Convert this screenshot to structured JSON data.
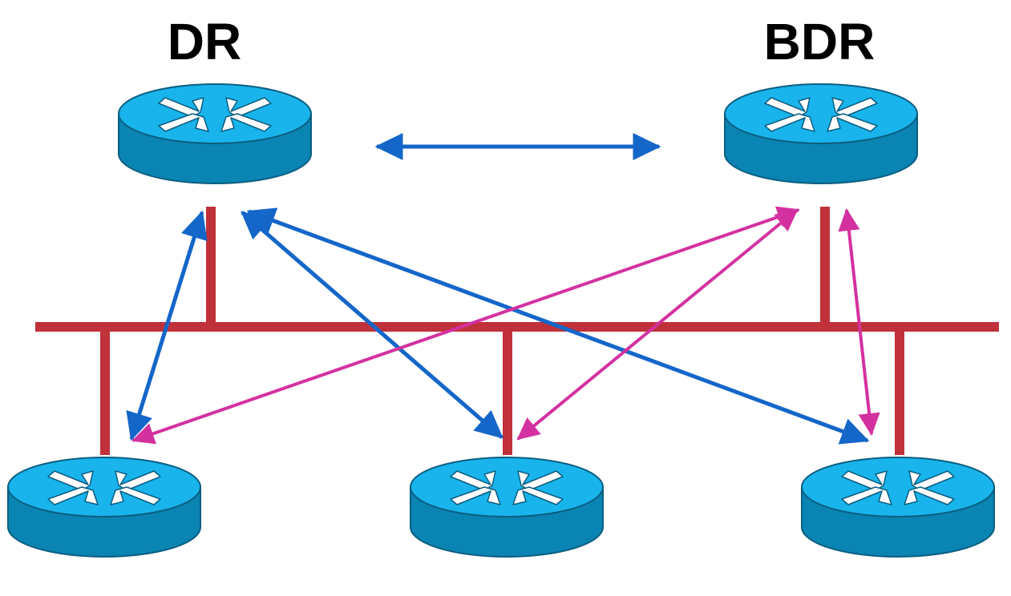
{
  "labels": {
    "dr": "DR",
    "bdr": "BDR"
  },
  "colors": {
    "bus": "#C0313A",
    "dr_adjacency": "#1466C9",
    "bdr_adjacency": "#D431A0",
    "router_top": "#19B4EC",
    "router_side": "#0A84B2",
    "router_edge": "#0B5E80",
    "arrow_icon": "#FFFFFF"
  },
  "routers": [
    {
      "id": "dr",
      "role": "designated-router",
      "label_key": "dr"
    },
    {
      "id": "bdr",
      "role": "backup-designated-router",
      "label_key": "bdr"
    },
    {
      "id": "drother-left",
      "role": "drother"
    },
    {
      "id": "drother-center",
      "role": "drother"
    },
    {
      "id": "drother-right",
      "role": "drother"
    }
  ],
  "adjacencies": [
    {
      "from": "dr",
      "to": "bdr",
      "color": "dr_adjacency"
    },
    {
      "from": "dr",
      "to": "drother-left",
      "color": "dr_adjacency"
    },
    {
      "from": "dr",
      "to": "drother-center",
      "color": "dr_adjacency"
    },
    {
      "from": "dr",
      "to": "drother-right",
      "color": "dr_adjacency"
    },
    {
      "from": "bdr",
      "to": "drother-left",
      "color": "bdr_adjacency"
    },
    {
      "from": "bdr",
      "to": "drother-center",
      "color": "bdr_adjacency"
    },
    {
      "from": "bdr",
      "to": "drother-right",
      "color": "bdr_adjacency"
    }
  ]
}
